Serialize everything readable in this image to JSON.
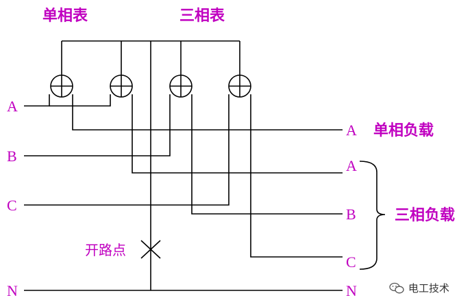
{
  "titles": {
    "single_phase_meter": "单相表",
    "three_phase_meter": "三相表"
  },
  "left_labels": {
    "a": "A",
    "b": "B",
    "c": "C",
    "n": "N"
  },
  "right_labels": {
    "single_a": "A",
    "single_load": "单相负载",
    "three_a": "A",
    "three_b": "B",
    "three_c": "C",
    "three_load": "三相负载",
    "n": "N"
  },
  "open_point_label": "开路点",
  "watermark": "电工技术",
  "colors": {
    "label": "#c000c0",
    "wire": "#000000"
  }
}
